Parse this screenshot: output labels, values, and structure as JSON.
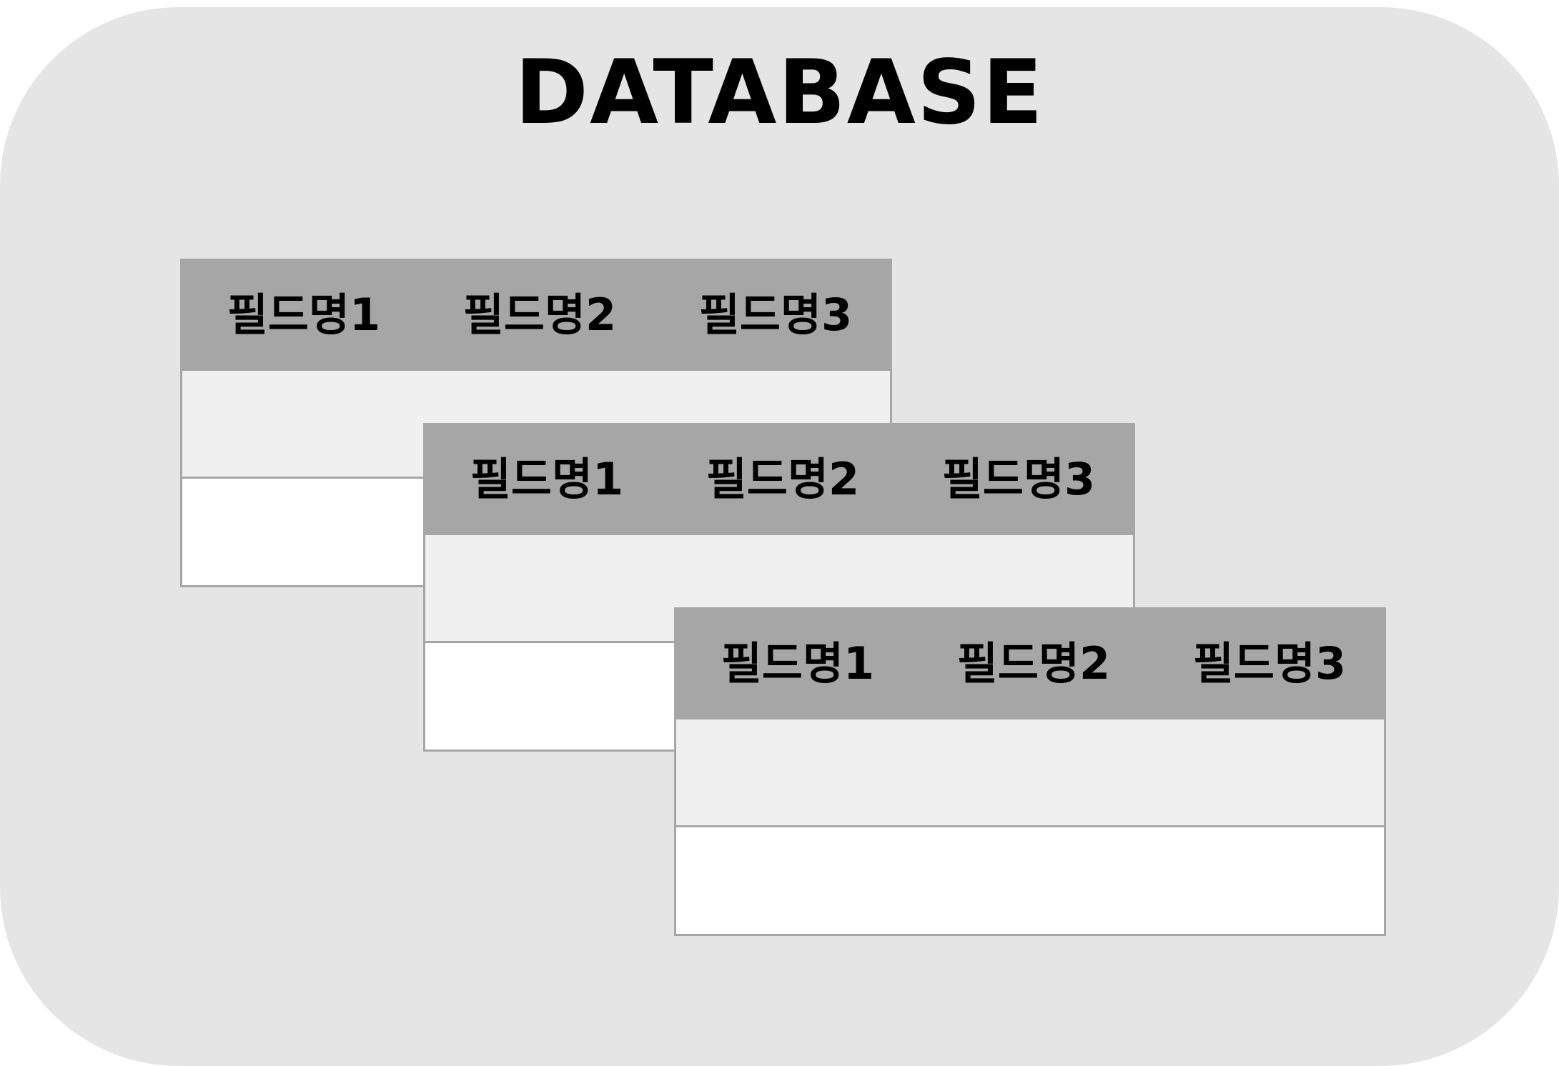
{
  "title": "DATABASE",
  "tables": [
    {
      "headers": [
        "필드명1",
        "필드명2",
        "필드명3"
      ]
    },
    {
      "headers": [
        "필드명1",
        "필드명2",
        "필드명3"
      ]
    },
    {
      "headers": [
        "필드명1",
        "필드명2",
        "필드명3"
      ]
    }
  ],
  "colors": {
    "container_background": "#e5e5e5",
    "header_background": "#a6a6a6",
    "row_odd_background": "#f0f0f0",
    "row_even_background": "#ffffff",
    "border": "#a6a6a6",
    "text": "#000000"
  }
}
